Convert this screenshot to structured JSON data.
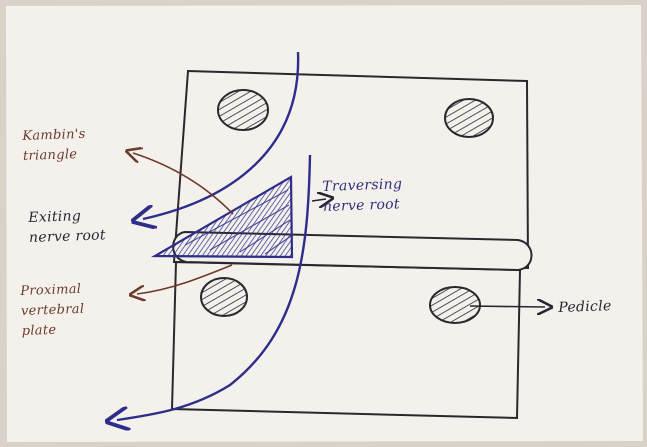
{
  "labels": {
    "kambin_line1": "Kambin's",
    "kambin_line2": "triangle",
    "exiting_line1": "Exiting",
    "exiting_line2": "nerve root",
    "traversing_line1": "Traversing",
    "traversing_line2": "nerve root",
    "proximal_line1": "Proximal",
    "proximal_line2": "vertebral",
    "proximal_line3": "plate",
    "pedicle": "Pedicle"
  },
  "colors": {
    "paper": "#f4f1ec",
    "pencil": "#2b2630",
    "ink_blue": "#2c2e8a",
    "ink_brown": "#6b3b2c"
  }
}
